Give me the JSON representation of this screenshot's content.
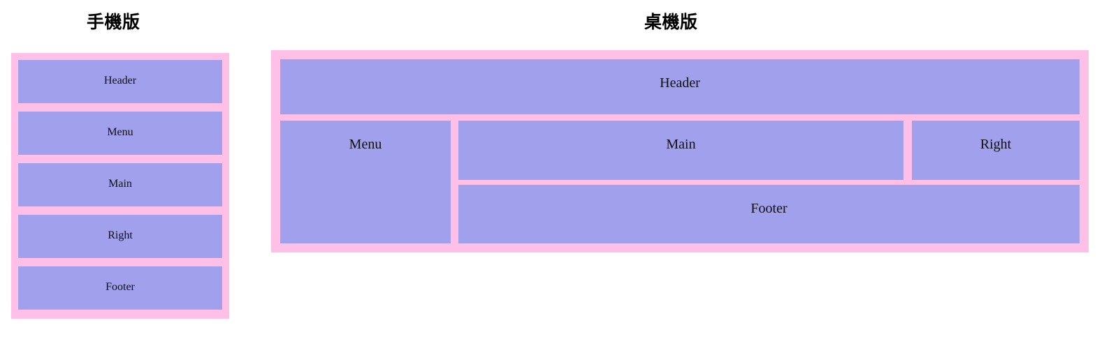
{
  "page": {
    "background_color": "#ffffff",
    "frame_color": "#ffc0e8",
    "cell_color": "#a0a0ec",
    "text_color": "#111111"
  },
  "diagrams": [
    {
      "key": "mobile",
      "title": "手機版",
      "layout": "stacked-single-column",
      "cells": [
        {
          "name": "header",
          "label": "Header"
        },
        {
          "name": "menu",
          "label": "Menu"
        },
        {
          "name": "main",
          "label": "Main"
        },
        {
          "name": "right",
          "label": "Right"
        },
        {
          "name": "footer",
          "label": "Footer"
        }
      ]
    },
    {
      "key": "desktop",
      "title": "桌機版",
      "layout": "grid-header-sidebar-main-right-footer",
      "cells": [
        {
          "name": "header",
          "label": "Header"
        },
        {
          "name": "menu",
          "label": "Menu"
        },
        {
          "name": "main",
          "label": "Main"
        },
        {
          "name": "right",
          "label": "Right"
        },
        {
          "name": "footer",
          "label": "Footer"
        }
      ]
    }
  ]
}
